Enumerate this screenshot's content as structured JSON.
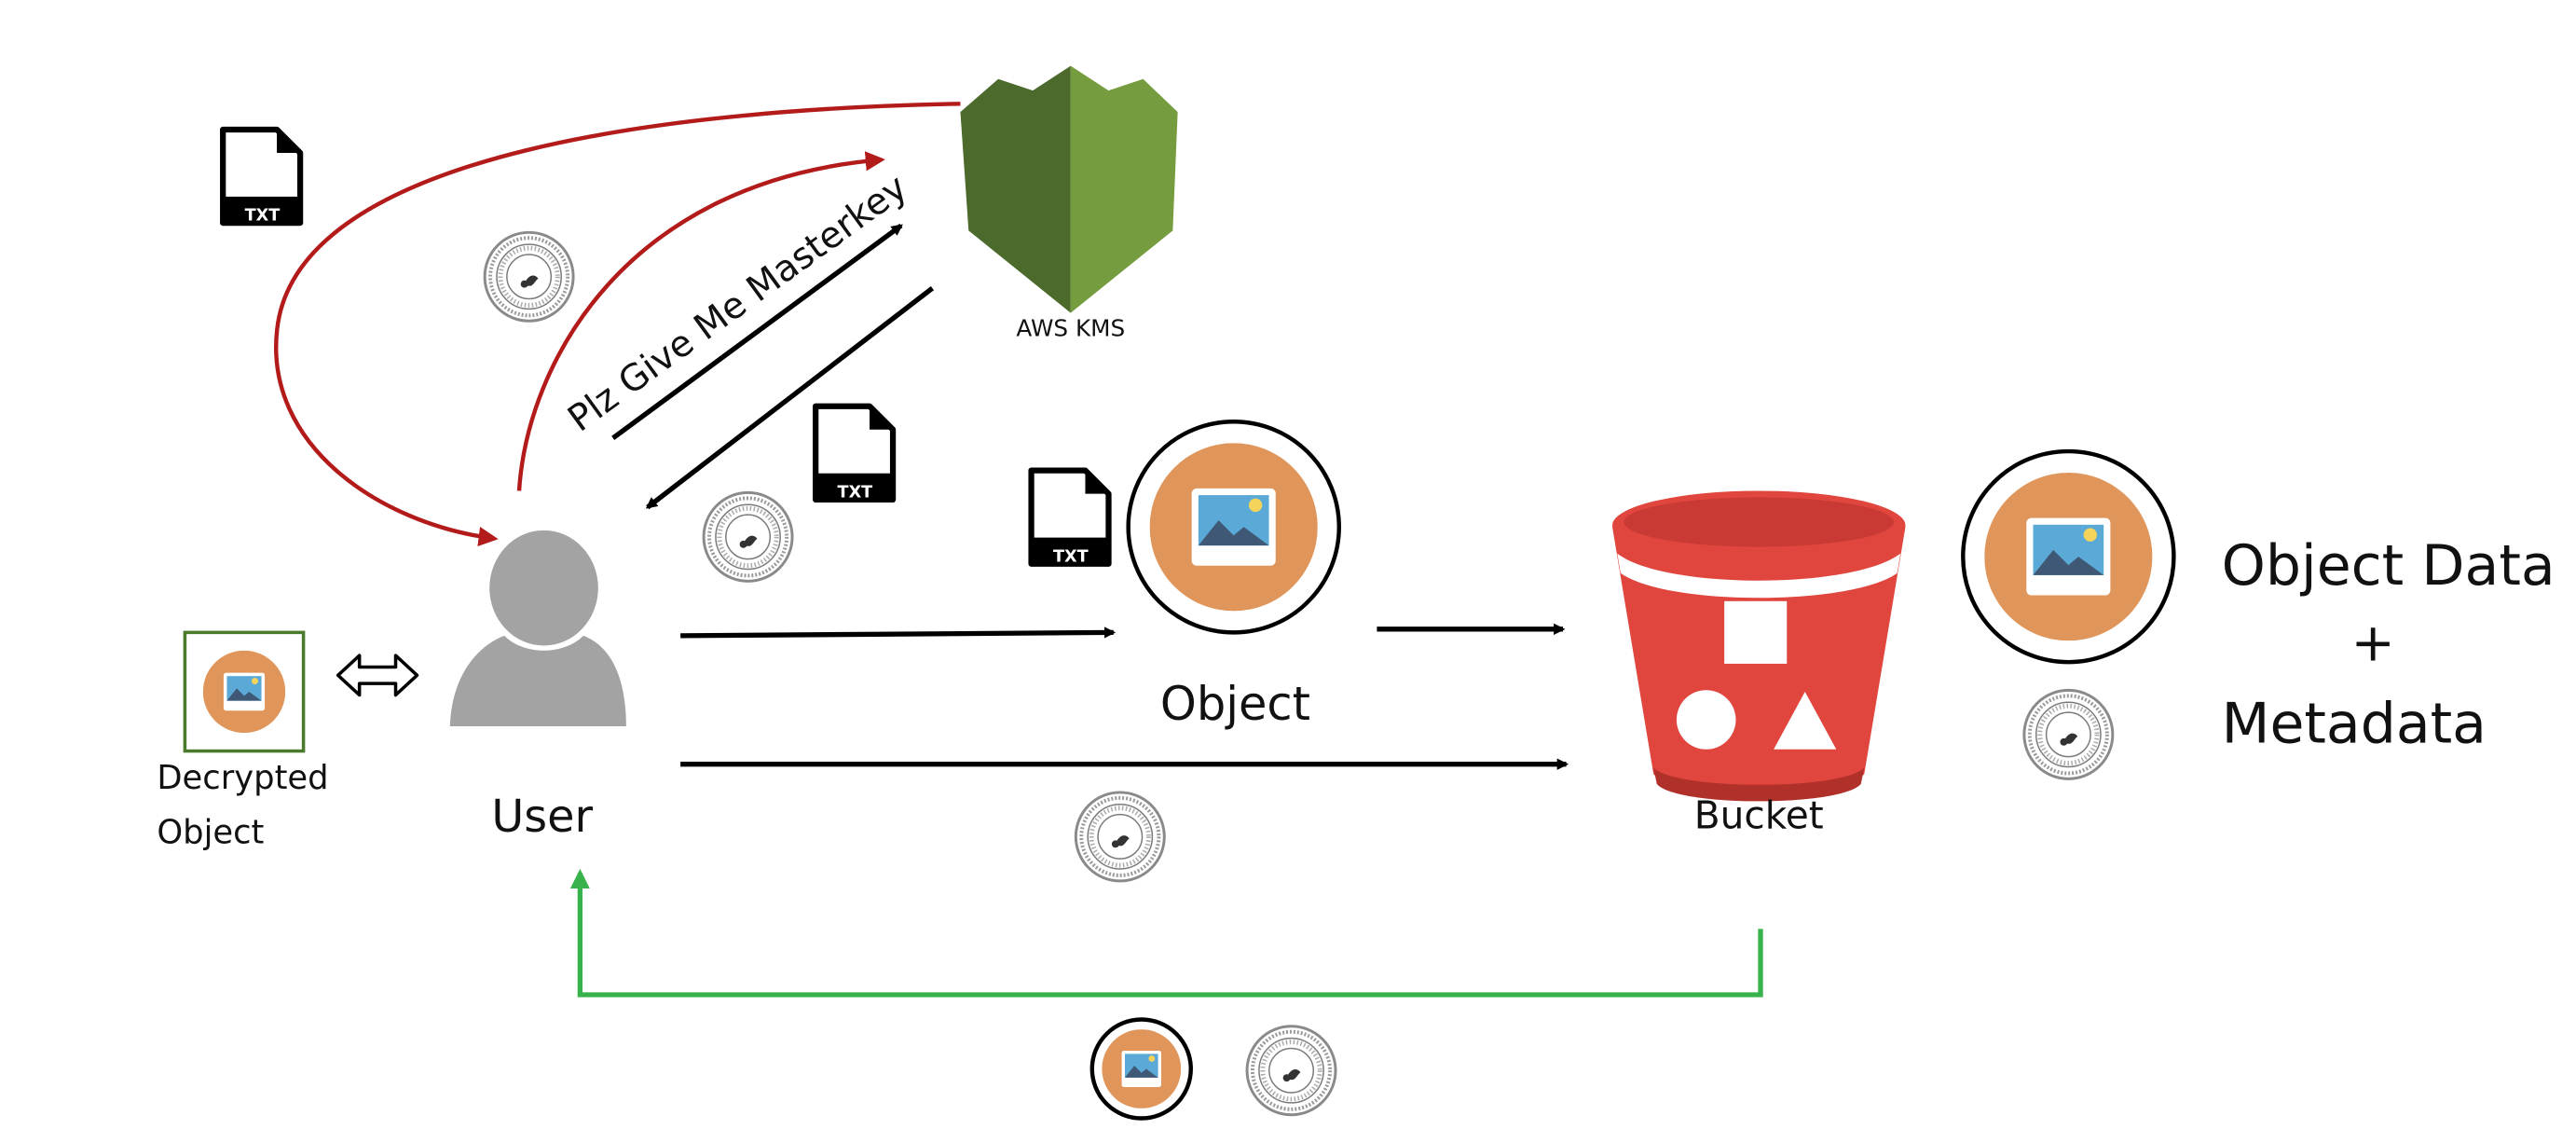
{
  "kms": {
    "label": "AWS KMS"
  },
  "user": {
    "label": "User"
  },
  "object": {
    "label": "Object"
  },
  "bucket": {
    "label": "Bucket"
  },
  "request": {
    "label": "Plz Give Me Masterkey"
  },
  "decrypted": {
    "line1": "Decrypted",
    "line2": "Object"
  },
  "stored": {
    "line1": "Object Data",
    "line2": "+",
    "line3": "Metadata"
  },
  "file_icon": {
    "badge": "TXT"
  },
  "colors": {
    "kms_dark": "#4b6a2c",
    "kms_light": "#759c3e",
    "bucket_red": "#e0463e",
    "bucket_dark": "#b0302a",
    "arrow_red": "#b31b1b",
    "arrow_green": "#38b24a",
    "image_ring": "#e0965a",
    "image_sky": "#5aa9d6",
    "image_hill": "#3f5876",
    "user_gray": "#a3a3a3",
    "frame_green": "#4a7a2c"
  }
}
